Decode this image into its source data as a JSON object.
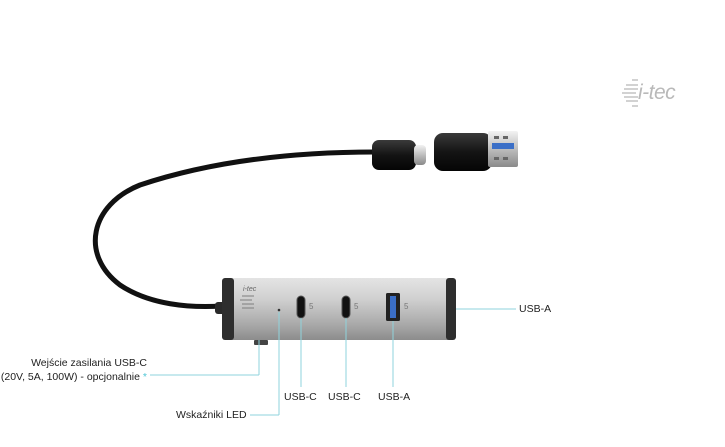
{
  "brand": {
    "logo_text": "i-tec"
  },
  "callouts": {
    "usb_a_side": "USB-A",
    "power_line1": "Wejście zasilania USB-C",
    "power_line2": "(20V, 5A, 100W) - opcjonalnie",
    "power_asterisk": "*",
    "led": "Wskaźniki LED",
    "port1": "USB-C",
    "port2": "USB-C",
    "port3": "USB-A"
  },
  "hub": {
    "body_logo": "i-tec",
    "port_speed_labels": [
      "5",
      "5",
      "5"
    ]
  },
  "colors": {
    "callout_line": "#8fd3dc",
    "hub_body": "#c8c8c8",
    "hub_end": "#2e2e2e",
    "cable": "#111111",
    "usb_blue": "#3b6fc7",
    "logo_gray": "#b9b9b9"
  }
}
